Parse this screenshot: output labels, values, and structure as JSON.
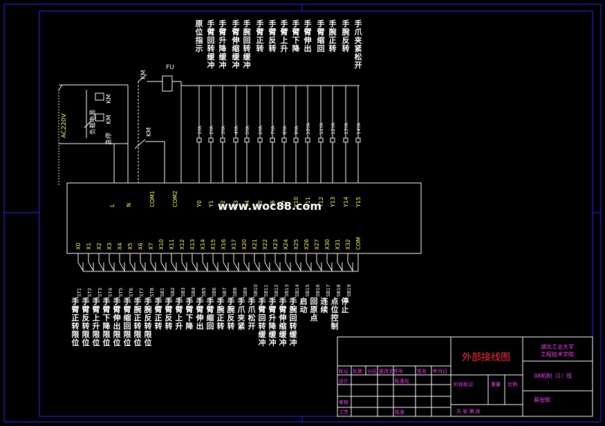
{
  "colors": {
    "background": "#000000",
    "frame": "#2a2aff",
    "wire": "#ffffff",
    "plc_label": "#ffff66",
    "output_label": "#ffffff",
    "input_label": "#ffffff",
    "title_red": "#ff3333",
    "titleblock_text": "#ff44ff",
    "watermark": "#ffffff"
  },
  "plc": {
    "top_terminals": [
      "L",
      "N",
      "COM1",
      "COM2",
      "Y0",
      "Y1",
      "Y2",
      "Y3",
      "Y4",
      "Y5",
      "Y6",
      "Y7",
      "Y10",
      "Y11",
      "Y12",
      "Y13",
      "Y14",
      "Y15"
    ],
    "bottom_terminals": [
      "X0",
      "X1",
      "X2",
      "X3",
      "X4",
      "X5",
      "X6",
      "X7",
      "X10",
      "X11",
      "X12",
      "X13",
      "X14",
      "X15",
      "X16",
      "X17",
      "X20",
      "X21",
      "X22",
      "X23",
      "X24",
      "X25",
      "X26",
      "X27",
      "X30",
      "X31",
      "X32",
      "COM"
    ]
  },
  "power": {
    "supply": "AC220V",
    "fuse": "FU",
    "contactor_top": "KM",
    "contactor_bottom": "KM",
    "load_power": "负载电源",
    "emergency_stop": "急停",
    "km_coil": "KM",
    "km_contact": "KM"
  },
  "outputs": {
    "valves": [
      "YA",
      "1YA",
      "2YA",
      "3YA",
      "4YA",
      "5YA",
      "6YA",
      "7YA",
      "8YA",
      "9YA",
      "10YA",
      "11YA",
      "12YA",
      "13YA",
      "14YA"
    ],
    "functions": [
      "原位指示",
      "手臂回转缓冲",
      "手臂升降缓冲",
      "手臂伸缩缓冲",
      "手腕回转缓冲",
      "手臂正转",
      "手臂反转",
      "手臂上升",
      "手臂下降",
      "手臂伸出",
      "手臂缩回",
      "手腕正转",
      "手腕反转",
      "手爪夹紧松开"
    ]
  },
  "inputs": {
    "switches": [
      "ST1",
      "ST2",
      "ST3",
      "ST4",
      "ST5",
      "ST6",
      "ST7",
      "ST8",
      "SB1",
      "SB2",
      "SB3",
      "SB4",
      "SB5",
      "SB6",
      "SB7",
      "SB8",
      "SB9",
      "SB10",
      "SB11",
      "SB12",
      "SB13",
      "SB14",
      "SB15",
      "SB16",
      "SB17",
      "SB18",
      "SB19"
    ],
    "functions": [
      "手臂正转限位",
      "手臂反转限位",
      "手臂上升限位",
      "手臂下降限位",
      "手臂伸出限位",
      "手臂缩回限位",
      "手腕正转限位",
      "手腕反转限位",
      "手臂正转",
      "手臂反转",
      "手臂上升",
      "手臂下降",
      "手臂伸出",
      "手臂缩回",
      "手腕正转",
      "手腕反转",
      "手爪夹紧",
      "手爪松开",
      "手臂回转缓冲",
      "手臂升降缓冲",
      "手臂伸缩缓冲",
      "手腕回转缓冲",
      "启动",
      "回原点",
      "连续",
      "点位控制",
      "停止"
    ]
  },
  "watermark": "www.woc88.com",
  "title_block": {
    "drawing_title": "外部接线图",
    "org_line1": "湖北工业大学",
    "org_line2": "工程技术学院",
    "class": "08机制（1）班",
    "student": "蔡宏辉",
    "row_headers": [
      "标记",
      "处数",
      "分区",
      "更改文件号",
      "签名",
      "年月日"
    ],
    "design": "设计",
    "standardize": "标准化",
    "stage_mark": "阶段标记",
    "weight": "重量",
    "scale": "比例",
    "review": "审核",
    "process": "工艺",
    "approve": "批准",
    "sheets": "共    张  第    张"
  }
}
